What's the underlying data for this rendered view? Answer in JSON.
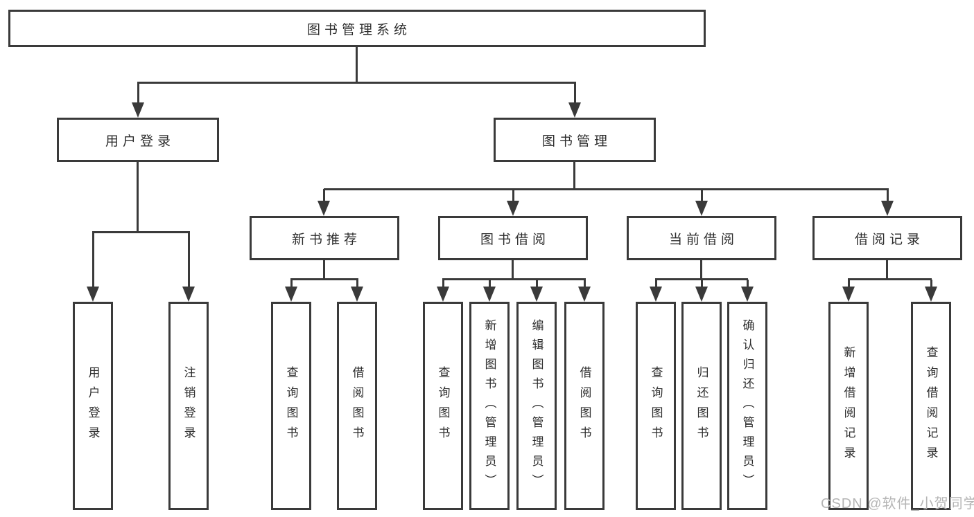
{
  "colors": {
    "line": "#3a3a3a",
    "text": "#2d2d2d",
    "background": "#ffffff",
    "watermark": "#b5b5b5"
  },
  "tree": {
    "label": "图书管理系统",
    "children": [
      {
        "label": "用户登录",
        "children": [
          {
            "label": "用户登录"
          },
          {
            "label": "注销登录"
          }
        ]
      },
      {
        "label": "图书管理",
        "children": [
          {
            "label": "新书推荐",
            "children": [
              {
                "label": "查询图书"
              },
              {
                "label": "借阅图书"
              }
            ]
          },
          {
            "label": "图书借阅",
            "children": [
              {
                "label": "查询图书"
              },
              {
                "label": "新增图书（管理员）"
              },
              {
                "label": "编辑图书（管理员）"
              },
              {
                "label": "借阅图书"
              }
            ]
          },
          {
            "label": "当前借阅",
            "children": [
              {
                "label": "查询图书"
              },
              {
                "label": "归还图书"
              },
              {
                "label": "确认归还（管理员）"
              }
            ]
          },
          {
            "label": "借阅记录",
            "children": [
              {
                "label": "新增借阅记录"
              },
              {
                "label": "查询借阅记录"
              }
            ]
          }
        ]
      }
    ]
  },
  "watermark": {
    "text": "CSDN @软件_小贺同学"
  }
}
